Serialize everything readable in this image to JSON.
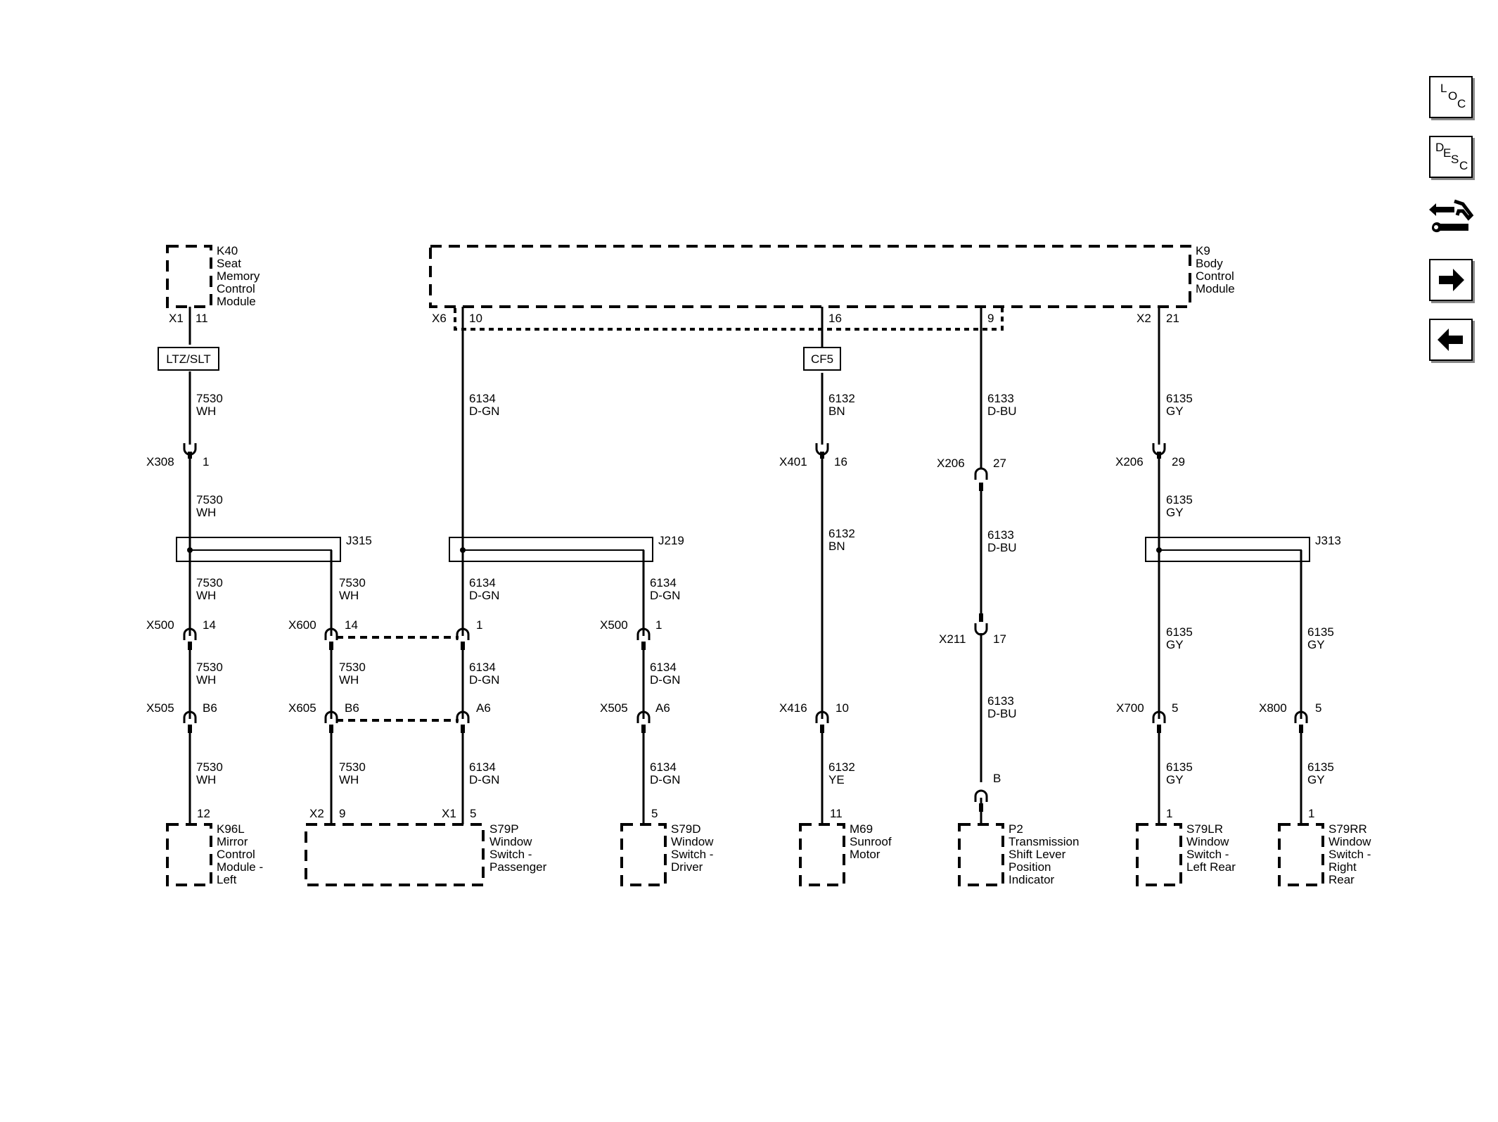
{
  "nav_buttons": [
    {
      "name": "loc",
      "letters": [
        "L",
        "O",
        "C"
      ]
    },
    {
      "name": "desc",
      "letters": [
        "D",
        "E",
        "S",
        "C"
      ]
    },
    {
      "name": "diagnostic-icon"
    },
    {
      "name": "forward-arrow-icon"
    },
    {
      "name": "back-arrow-icon"
    }
  ],
  "components": {
    "k40": {
      "lines": [
        "K40",
        "Seat",
        "Memory",
        "Control",
        "Module"
      ]
    },
    "k9": {
      "lines": [
        "K9",
        "Body",
        "Control",
        "Module"
      ]
    },
    "k96l": {
      "lines": [
        "K96L",
        "Mirror",
        "Control",
        "Module -",
        "Left"
      ]
    },
    "s79p": {
      "lines": [
        "S79P",
        "Window",
        "Switch -",
        "Passenger"
      ]
    },
    "s79d": {
      "lines": [
        "S79D",
        "Window",
        "Switch -",
        "Driver"
      ]
    },
    "m69": {
      "lines": [
        "M69",
        "Sunroof",
        "Motor"
      ]
    },
    "p2": {
      "lines": [
        "P2",
        "Transmission",
        "Shift Lever",
        "Position",
        "Indicator"
      ]
    },
    "s79lr": {
      "lines": [
        "S79LR",
        "Window",
        "Switch -",
        "Left Rear"
      ]
    },
    "s79rr": {
      "lines": [
        "S79RR",
        "Window",
        "Switch -",
        "Right",
        "Rear"
      ]
    }
  },
  "option_tags": {
    "ltz_slt": "LTZ/SLT",
    "cf5": "CF5"
  },
  "splices": {
    "j315": "J315",
    "j219": "J219",
    "j313": "J313"
  },
  "module_pins": {
    "k40_conn": "X1",
    "k40_pin": "11",
    "k9_x6": "X6",
    "k9_pin10": "10",
    "k9_pin16": "16",
    "k9_pin9": "9",
    "k9_x2": "X2",
    "k9_pin21": "21"
  },
  "connectors": {
    "x308": {
      "name": "X308",
      "pin": "1"
    },
    "x401": {
      "name": "X401",
      "pin": "16"
    },
    "x206a": {
      "name": "X206",
      "pin": "27"
    },
    "x206b": {
      "name": "X206",
      "pin": "29"
    },
    "x500a": {
      "name": "X500",
      "pin": "14"
    },
    "x600": {
      "name": "X600",
      "pin": "14"
    },
    "x600b": {
      "pin": "1"
    },
    "x500b": {
      "name": "X500",
      "pin": "1"
    },
    "x211": {
      "name": "X211",
      "pin": "17"
    },
    "x505a": {
      "name": "X505",
      "pin": "B6"
    },
    "x605": {
      "name": "X605",
      "pin": "B6"
    },
    "x605b": {
      "pin": "A6"
    },
    "x505b": {
      "name": "X505",
      "pin": "A6"
    },
    "x416": {
      "name": "X416",
      "pin": "10"
    },
    "x700": {
      "name": "X700",
      "pin": "5"
    },
    "x800": {
      "name": "X800",
      "pin": "5"
    },
    "p2conn": {
      "pin": "B"
    }
  },
  "component_pins": {
    "k96l_pin": "12",
    "s79p_x2": "X2",
    "s79p_pin9": "9",
    "s79p_x1": "X1",
    "s79p_pin5": "5",
    "s79d_pin": "5",
    "m69_pin": "11",
    "s79lr_pin": "1",
    "s79rr_pin": "1"
  },
  "wires": {
    "w7530": {
      "circuit": "7530",
      "color": "WH"
    },
    "w6134": {
      "circuit": "6134",
      "color": "D-GN"
    },
    "w6132bn": {
      "circuit": "6132",
      "color": "BN"
    },
    "w6132ye": {
      "circuit": "6132",
      "color": "YE"
    },
    "w6133": {
      "circuit": "6133",
      "color": "D-BU"
    },
    "w6135": {
      "circuit": "6135",
      "color": "GY"
    }
  }
}
